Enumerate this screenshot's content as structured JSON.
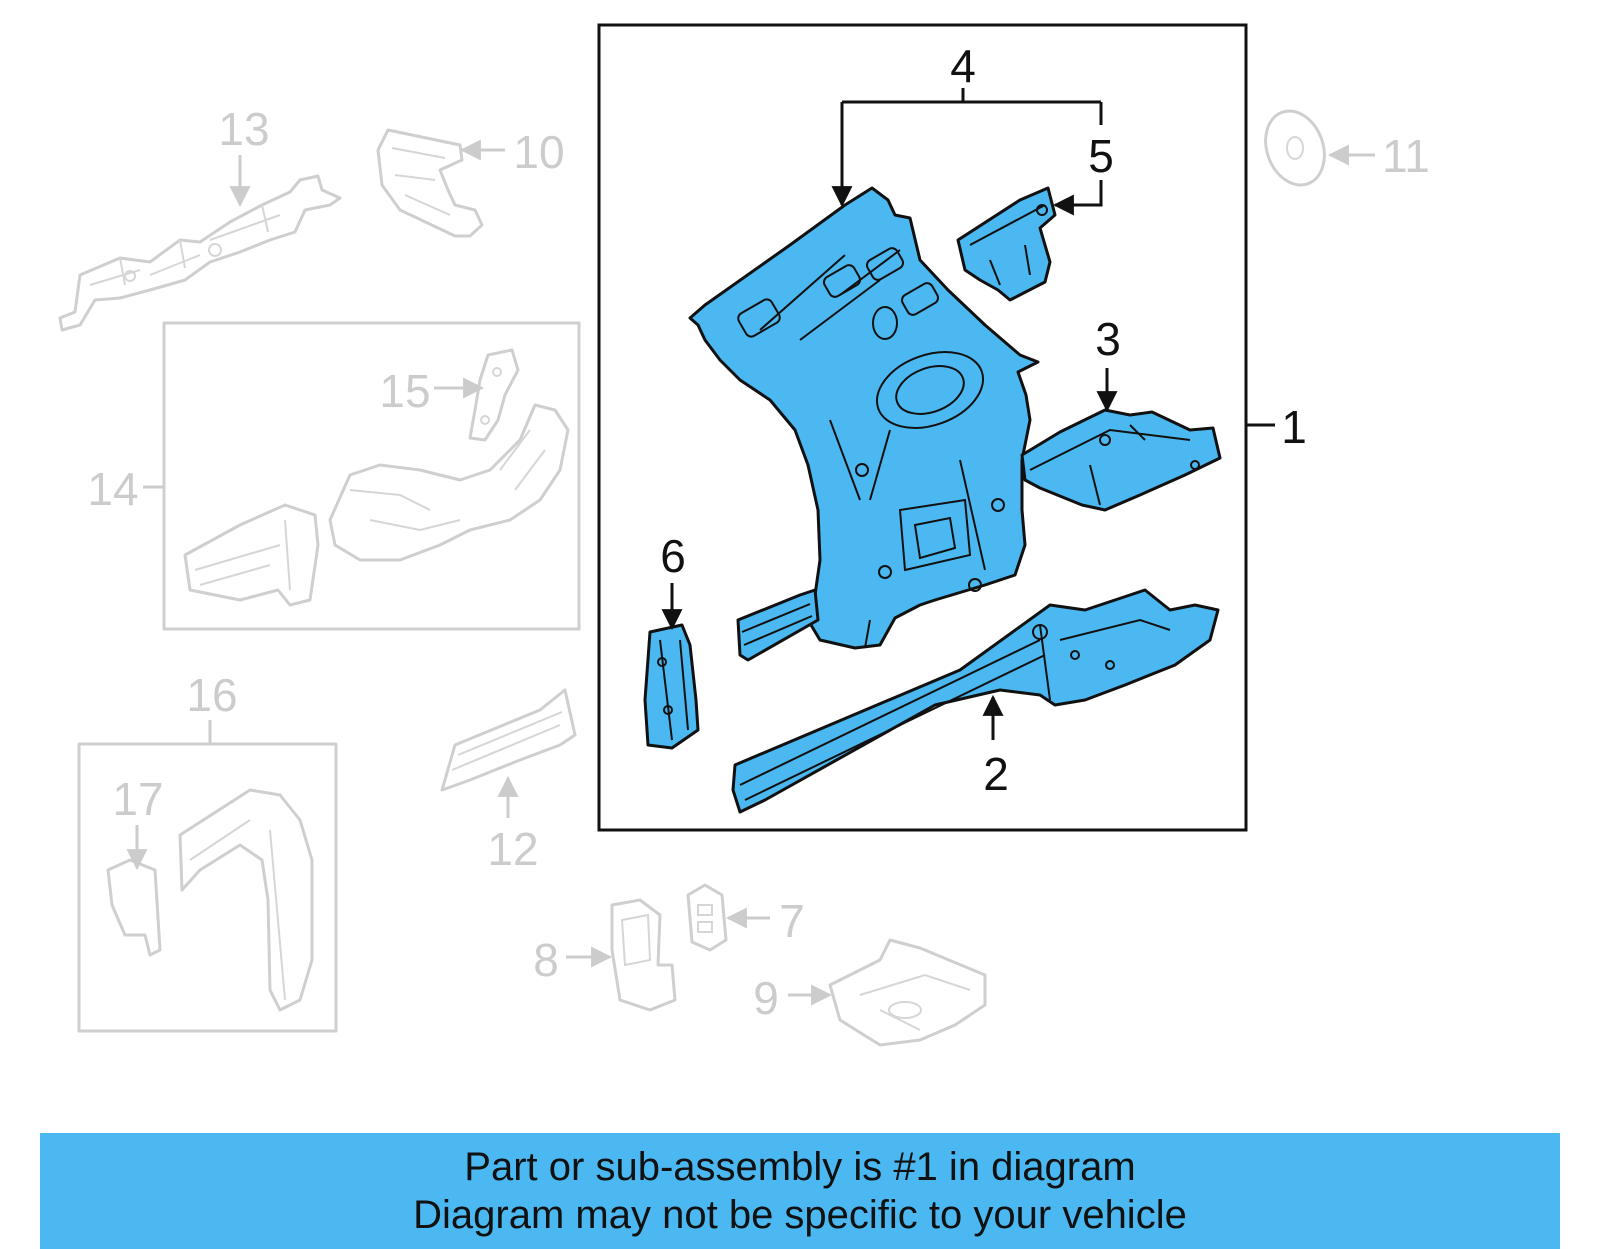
{
  "banner": {
    "line1": "Part or sub-assembly is #1 in diagram",
    "line2": "Diagram may not be specific to your vehicle"
  },
  "callouts": {
    "c1": "1",
    "c2": "2",
    "c3": "3",
    "c4": "4",
    "c5": "5",
    "c6": "6",
    "c7": "7",
    "c8": "8",
    "c9": "9",
    "c10": "10",
    "c11": "11",
    "c12": "12",
    "c13": "13",
    "c14": "14",
    "c15": "15",
    "c16": "16",
    "c17": "17"
  },
  "colors": {
    "highlight": "#4bb8f1",
    "ghost_line": "#cccccc",
    "dark_line": "#111111"
  }
}
